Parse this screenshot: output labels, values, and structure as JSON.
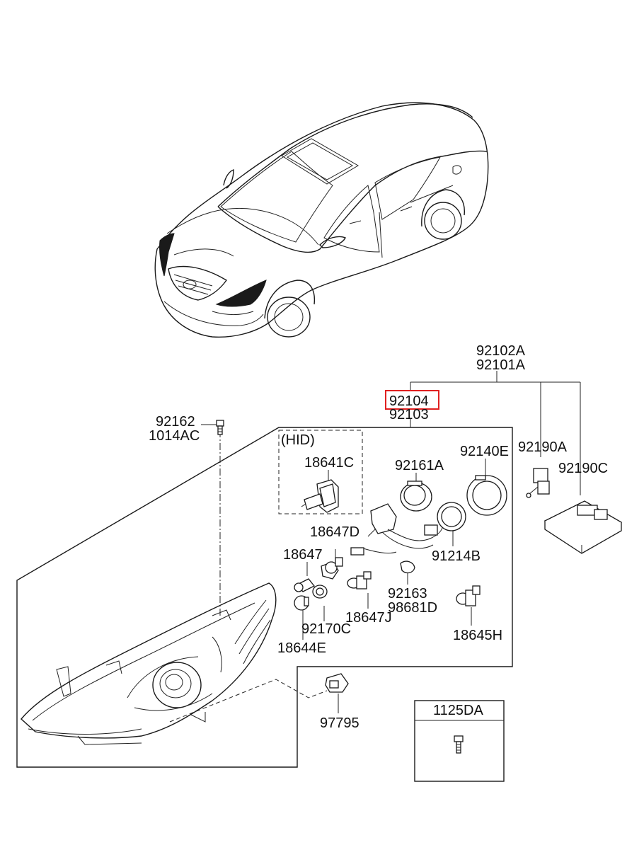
{
  "callouts": {
    "p92102A": "92102A",
    "p92101A": "92101A",
    "p92104": "92104",
    "p92103": "92103",
    "p92162": "92162",
    "p1014AC": "1014AC",
    "hid": "(HID)",
    "p18641C": "18641C",
    "p92161A": "92161A",
    "p92140E": "92140E",
    "p92190A": "92190A",
    "p92190C": "92190C",
    "p18647D": "18647D",
    "p18647": "18647",
    "p91214B": "91214B",
    "p92163": "92163",
    "p98681D": "98681D",
    "p18647J": "18647J",
    "p92170C": "92170C",
    "p18644E": "18644E",
    "p18645H": "18645H",
    "p97795": "97795",
    "p1125DA": "1125DA"
  },
  "highlight": {
    "part": "92104",
    "color": "#e02020"
  },
  "colors": {
    "line": "#1a1a1a",
    "background": "#ffffff"
  }
}
